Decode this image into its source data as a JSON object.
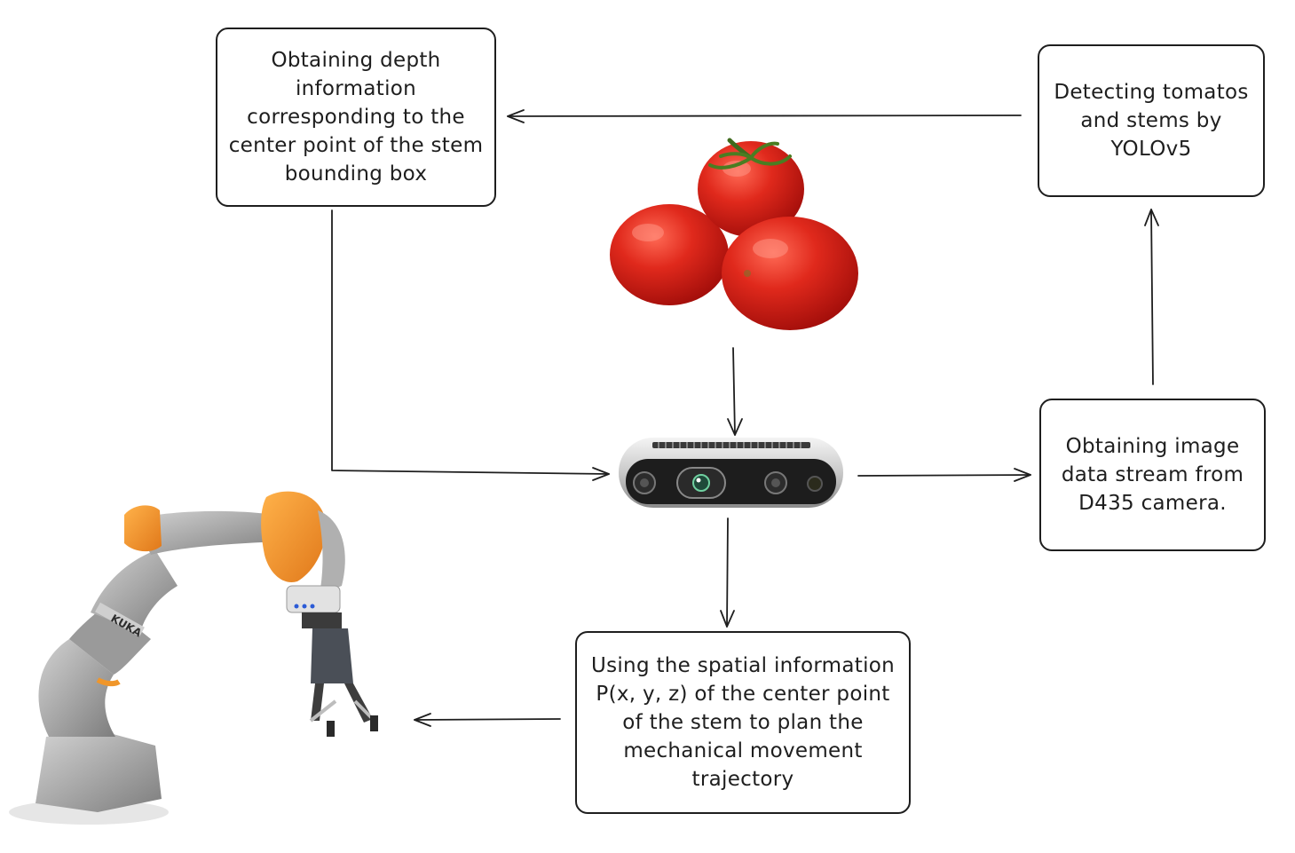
{
  "diagram": {
    "boxes": {
      "depth": "Obtaining depth information corresponding to the center point of the stem bounding box",
      "detect": "Detecting tomatos and stems by YOLOv5",
      "stream": "Obtaining image data stream from D435 camera.",
      "plan": "Using the spatial information P(x, y, z) of the center point of the stem to plan the mechanical movement trajectory"
    },
    "images": {
      "tomatoes": "tomato-cluster-image",
      "camera": "depth-camera-image",
      "robot": "robot-arm-image",
      "robot_brand": "KUKA"
    },
    "colors": {
      "stroke": "#1e1e1e",
      "tomato": "#d8231a",
      "robot_orange": "#f0962a",
      "robot_gray": "#a7a7a7"
    }
  }
}
